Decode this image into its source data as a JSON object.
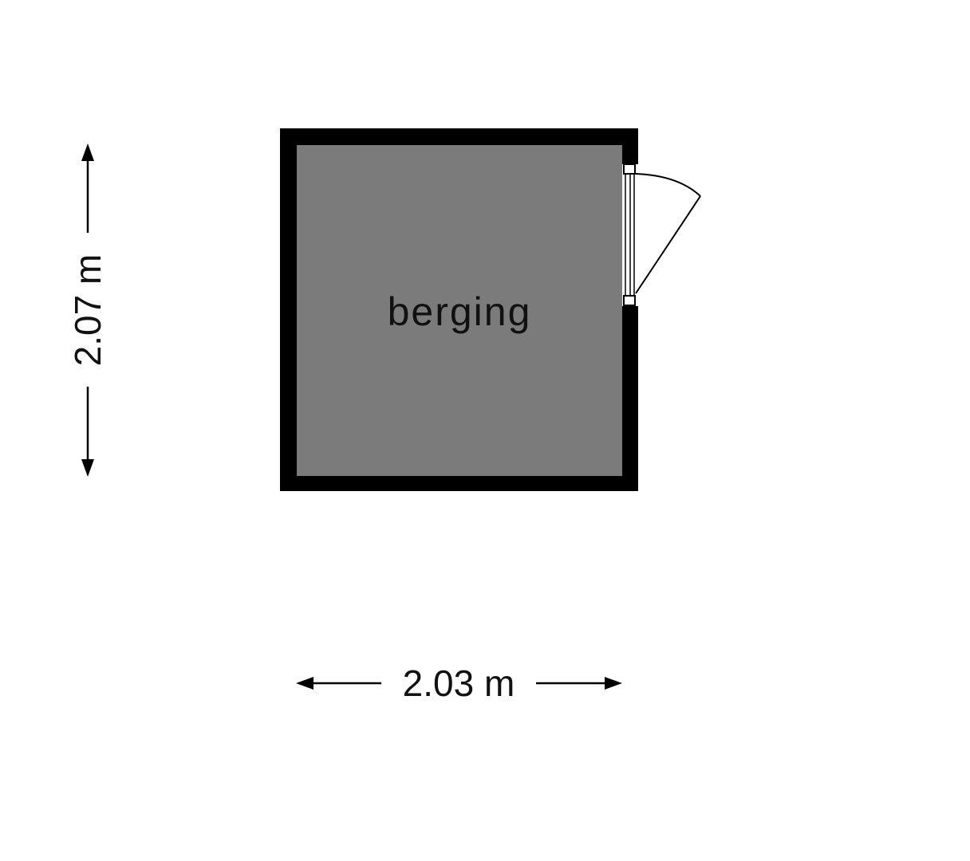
{
  "room": {
    "name": "berging"
  },
  "dimensions": {
    "width_label": "2.03 m",
    "height_label": "2.07 m"
  },
  "colors": {
    "wall": "#000000",
    "floor": "#7a7b7a",
    "text": "#111111",
    "background": "#ffffff"
  }
}
